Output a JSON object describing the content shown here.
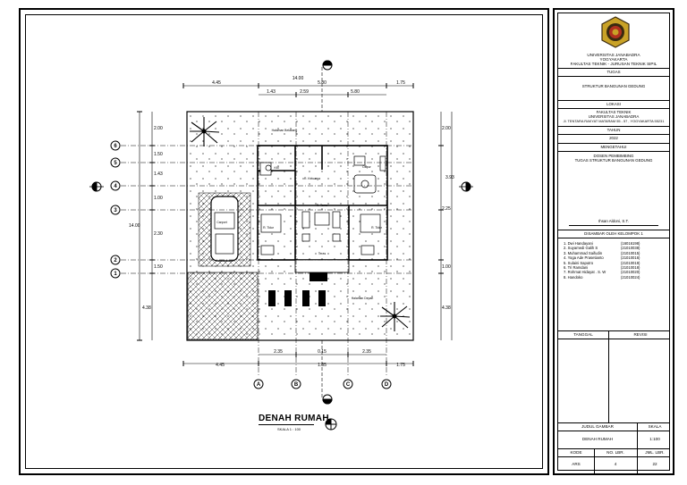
{
  "plan": {
    "title": "DENAH RUMAH",
    "scale": "SKALA 1 : 100",
    "dims_top_outer": [
      "4.45",
      "14.00",
      "5.80",
      "1.75"
    ],
    "dims_top_inner": [
      "1.43",
      "2.59",
      "5.80"
    ],
    "dims_bottom_inner": [
      "2.35",
      "0.15",
      "2.35"
    ],
    "dims_bottom_outer": [
      "4.45",
      "1.85",
      "1.75"
    ],
    "dims_left": [
      "2.00",
      "1.50",
      "1.43",
      "1.00",
      "2.30",
      "1.50",
      "4.38",
      "14.00"
    ],
    "dims_right": [
      "2.00",
      "3.93",
      "2.25",
      "1.00",
      "4.38"
    ],
    "grid_rows": [
      "6",
      "5",
      "4",
      "3",
      "2",
      "1"
    ],
    "grid_cols": [
      "A",
      "B",
      "C",
      "D"
    ],
    "room_labels": {
      "taman_belakang": "Halaman Belakang",
      "km": "KM",
      "r_keluarga": "R. Keluarga",
      "dapur": "Dapur",
      "carport": "Carport",
      "r_tidur_1": "R. Tidur",
      "r_tidur_2": "R. Tidur",
      "r_tamu": "R. Tamu",
      "teras": "Teras",
      "halaman_depan": "Halaman Depan"
    }
  },
  "title_block": {
    "university": "UNIVERSITAS JANABADRA",
    "city": "YOGYAKARTA",
    "faculty": "FAKULTAS TEKNIK - JURUSAN TEKNIK SIPIL",
    "tugas_label": "TUGAS",
    "tugas_value": "STRUKTUR BANGUNAN GEDUNG",
    "lokasi_label": "LOKASI",
    "lokasi_lines": [
      "FAKULTAS TEKNIK",
      "UNIVERSITAS JANABADRA",
      "Jl. TENTARA RAKYAT MATARAM 55 - 57 , YOGYAKARTA 55231"
    ],
    "tahun_label": "TAHUN",
    "tahun_value": "2022",
    "mengetahui_label": "MENGETAHUI",
    "dosen_lines": [
      "DOSEN PEMBIMBING",
      "TUGAS STRUKTUR BANGUNAN GEDUNG"
    ],
    "dosen_name": "Ihsan Aldoni, S.T.",
    "disusun_label": "DISAMBAR OLEH KELOMPOK 1",
    "members": [
      {
        "name": "1. Dwi Handayani",
        "nim": "(16016198)"
      },
      {
        "name": "2. Suyamedi Galih S",
        "nim": "(21010038)"
      },
      {
        "name": "3. Muhammad Saifudin",
        "nim": "(21010015)"
      },
      {
        "name": "4. Yoga Ade Prasetianto",
        "nim": "(21010016)"
      },
      {
        "name": "5. Sulaini Saputro",
        "nim": "(21010019)"
      },
      {
        "name": "6. Tri Ramdani",
        "nim": "(21010018)"
      },
      {
        "name": "7. Rohmat Hidayat . S. W",
        "nim": "(21010020)"
      },
      {
        "name": "8. Handoko",
        "nim": "(21010024)"
      }
    ],
    "tanggal_label": "TANGGAL",
    "revisi_label": "REVISI",
    "judul_label": "JUDUL GAMBAR",
    "skala_label": "SKALA",
    "judul_value": "DENAH RUMAH",
    "skala_value": "1:100",
    "kode_label": "KODE",
    "no_lbr_label": "NO. LBR.",
    "jml_lbr_label": "JML. LBR.",
    "kode_value": "ARS",
    "no_lbr_value": "4",
    "jml_lbr_value": "22"
  },
  "colors": {
    "line": "#000000",
    "logo_gold": "#c9a227",
    "logo_dark": "#3a2a10",
    "logo_red": "#b0301f"
  }
}
